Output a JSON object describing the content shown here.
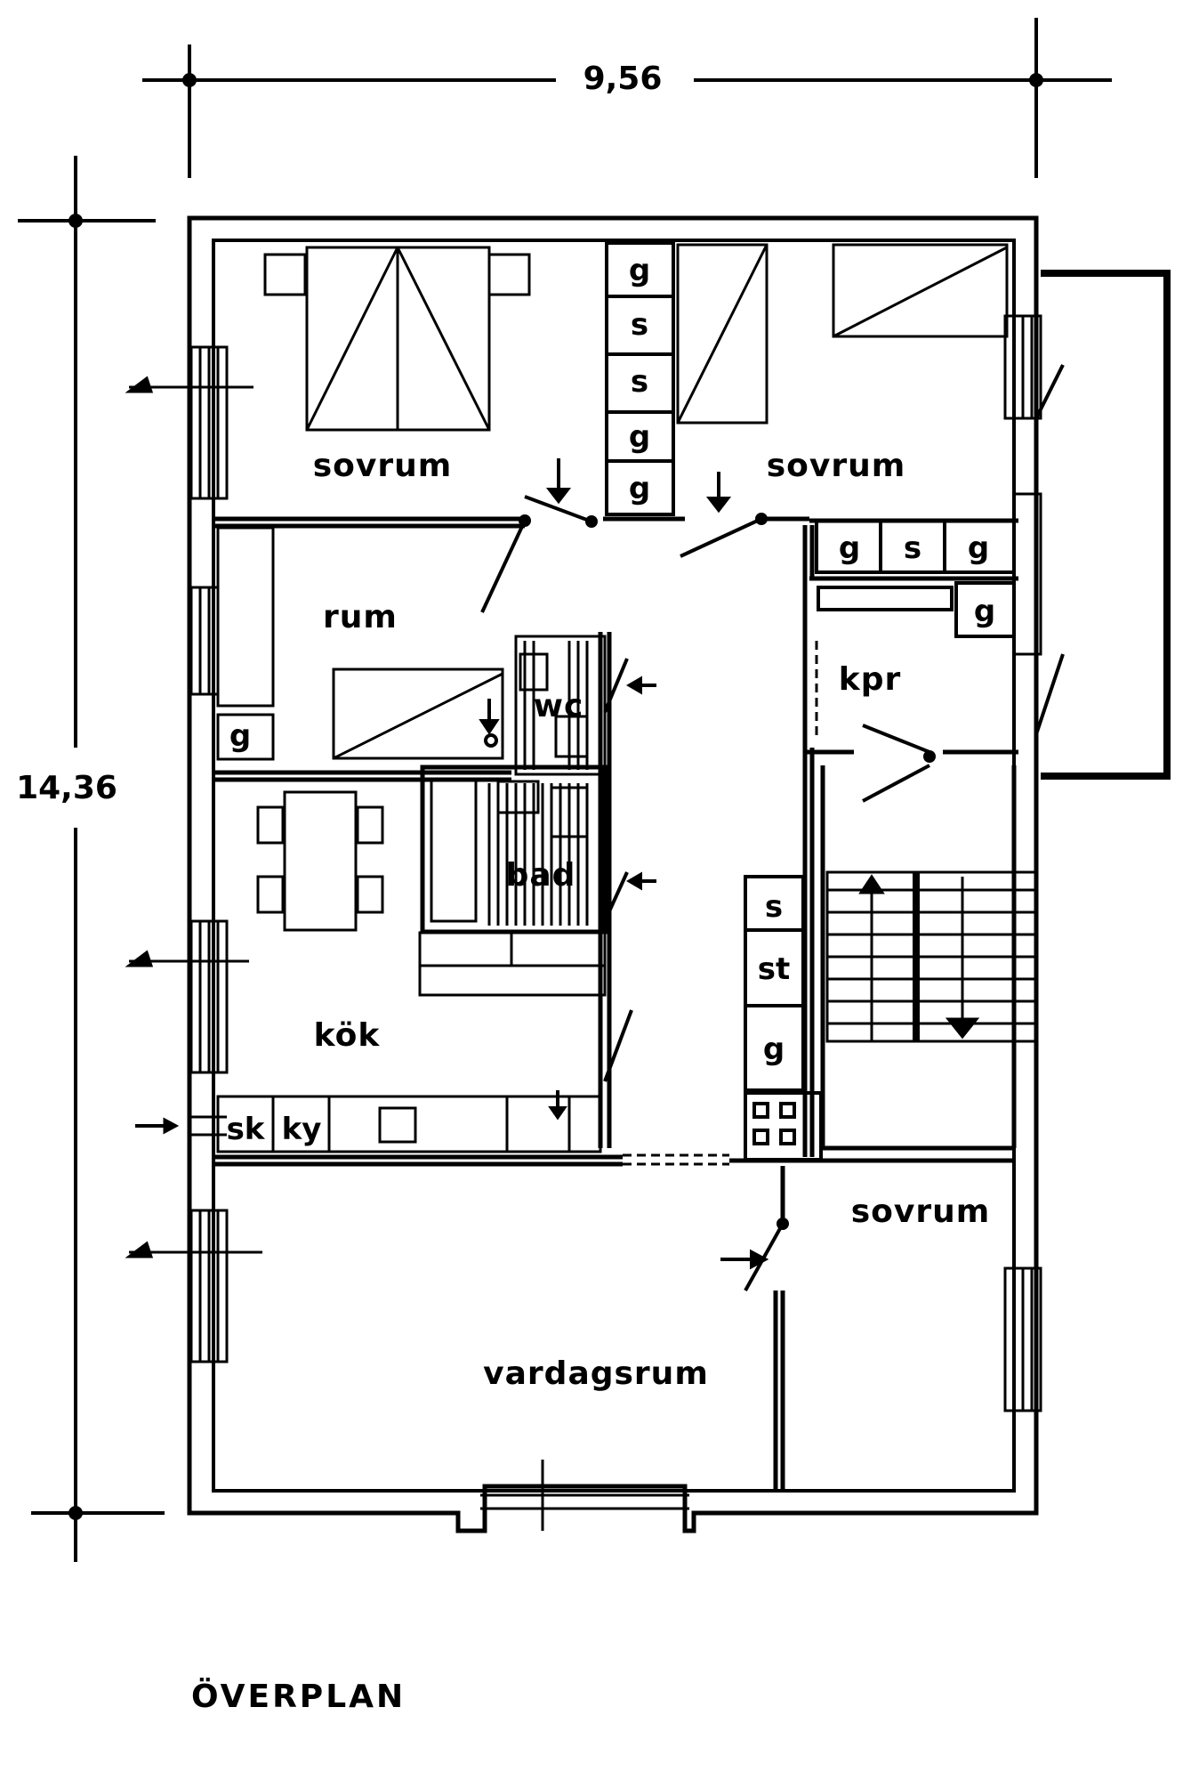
{
  "dimensions": {
    "width": "9,56",
    "height": "14,36"
  },
  "title": "ÖVERPLAN",
  "rooms": {
    "bedroom_top_left": "sovrum",
    "bedroom_top_right": "sovrum",
    "room": "rum",
    "closet": "kpr",
    "kitchen": "kök",
    "bathroom": "bad",
    "wc": "wc",
    "living_room": "vardagsrum",
    "bedroom_bottom_right": "sovrum"
  },
  "fixtures": {
    "wardrobe_labels": [
      "g",
      "s",
      "s",
      "g",
      "g"
    ],
    "closet_labels": [
      "g",
      "s",
      "g",
      "g"
    ],
    "room_storage": "g",
    "hall_storage": [
      "s",
      "st",
      "g"
    ],
    "kitchen_units": [
      "sk",
      "ky"
    ]
  }
}
